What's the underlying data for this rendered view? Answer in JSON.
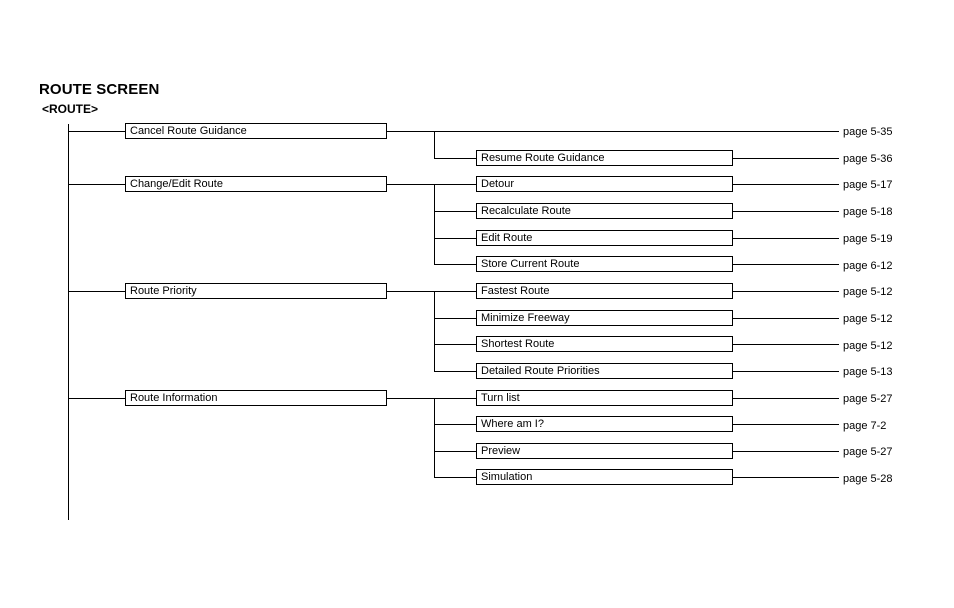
{
  "header": {
    "title": "ROUTE SCREEN",
    "subtitle": "<ROUTE>"
  },
  "tree": {
    "groups": [
      {
        "label": "Cancel Route Guidance",
        "page": "page 5-35",
        "children": [
          {
            "label": "Resume Route Guidance",
            "page": "page 5-36"
          }
        ]
      },
      {
        "label": "Change/Edit Route",
        "children": [
          {
            "label": "Detour",
            "page": "page 5-17"
          },
          {
            "label": "Recalculate Route",
            "page": "page 5-18"
          },
          {
            "label": "Edit Route",
            "page": "page 5-19"
          },
          {
            "label": "Store Current Route",
            "page": "page 6-12"
          }
        ]
      },
      {
        "label": "Route Priority",
        "children": [
          {
            "label": "Fastest Route",
            "page": "page 5-12"
          },
          {
            "label": "Minimize Freeway",
            "page": "page 5-12"
          },
          {
            "label": "Shortest Route",
            "page": "page 5-12"
          },
          {
            "label": "Detailed Route Priorities",
            "page": "page 5-13"
          }
        ]
      },
      {
        "label": "Route Information",
        "children": [
          {
            "label": "Turn list",
            "page": "page 5-27"
          },
          {
            "label": "Where am I?",
            "page": "page 7-2"
          },
          {
            "label": "Preview",
            "page": "page 5-27"
          },
          {
            "label": "Simulation",
            "page": "page 5-28"
          }
        ]
      }
    ]
  }
}
